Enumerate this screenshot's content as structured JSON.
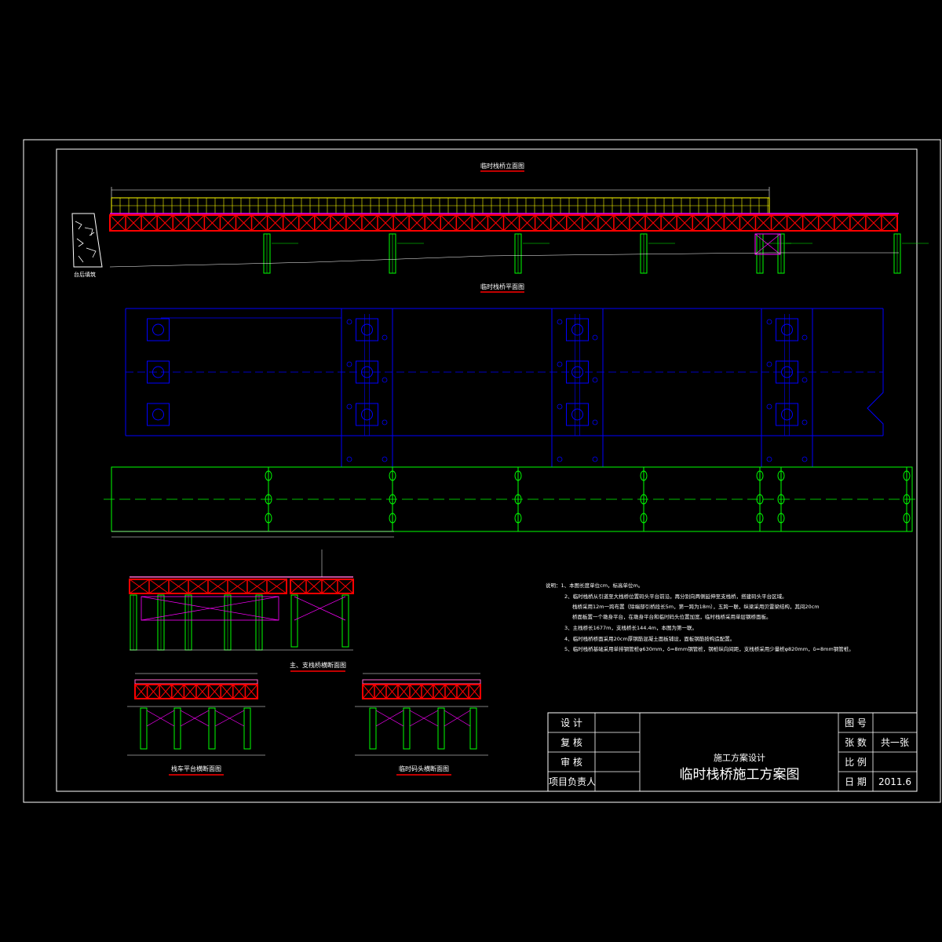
{
  "drawing": {
    "views": {
      "elevation_title": "临时栈桥立面图",
      "plan_title": "临时栈桥平面图",
      "cross_section_title": "主、支栈桥横断面图",
      "section_left_title": "栈车平台横断面图",
      "section_right_title": "临时码头横断面图",
      "abutment_label": "台后填筑"
    },
    "notes": [
      "说明：1、本图长度单位cm，标高单位m。",
      "2、临时栈桥从引道至大栈桥位置码头平台前沿，再分别向两侧延伸至支栈桥，搭建码头平台区域。",
      "栈桥采用12m一跨布置（除端部引桥段长5m，第一跨为18m），五跨一联，纵梁采用贝雷梁结构，其间20cm",
      "桥面板置一个墩身平台，在墩身平台和临时码头位置加宽，临时栈桥采用单层钢桥面板。",
      "3、主栈桥长1677m，支栈桥长144.4m，本图为第一联。",
      "4、临时栈桥桥面采用20cm厚钢筋混凝土面板铺设，面板钢筋按构造配置。",
      "5、临时栈桥基础采用单排钢管桩φ630mm，δ=8mm钢管桩，钢桩纵向间距，支栈桥采用少量桩φ820mm，δ=8mm钢管桩。"
    ],
    "title_block": {
      "design_label": "设 计",
      "review_label": "复 核",
      "audit_label": "审 核",
      "manager_label": "项目负责人",
      "subtitle": "施工方案设计",
      "title": "临时栈桥施工方案图",
      "drawing_no_label": "图 号",
      "drawing_no_value": "",
      "sheets_label": "张 数",
      "sheets_value": "共一张",
      "scale_label": "比 例",
      "scale_value": "",
      "date_label": "日 期",
      "date_value": "2011.6"
    },
    "colors": {
      "background": "#000000",
      "frame": "#ffffff",
      "truss": "#ff0000",
      "deck": "#ffff00",
      "pile": "#00ff00",
      "plan_outline": "#0000ff",
      "brace": "#ff00ff",
      "title_underline": "#ff0000",
      "pink": "#ff66cc",
      "cyan": "#00ffff"
    }
  }
}
